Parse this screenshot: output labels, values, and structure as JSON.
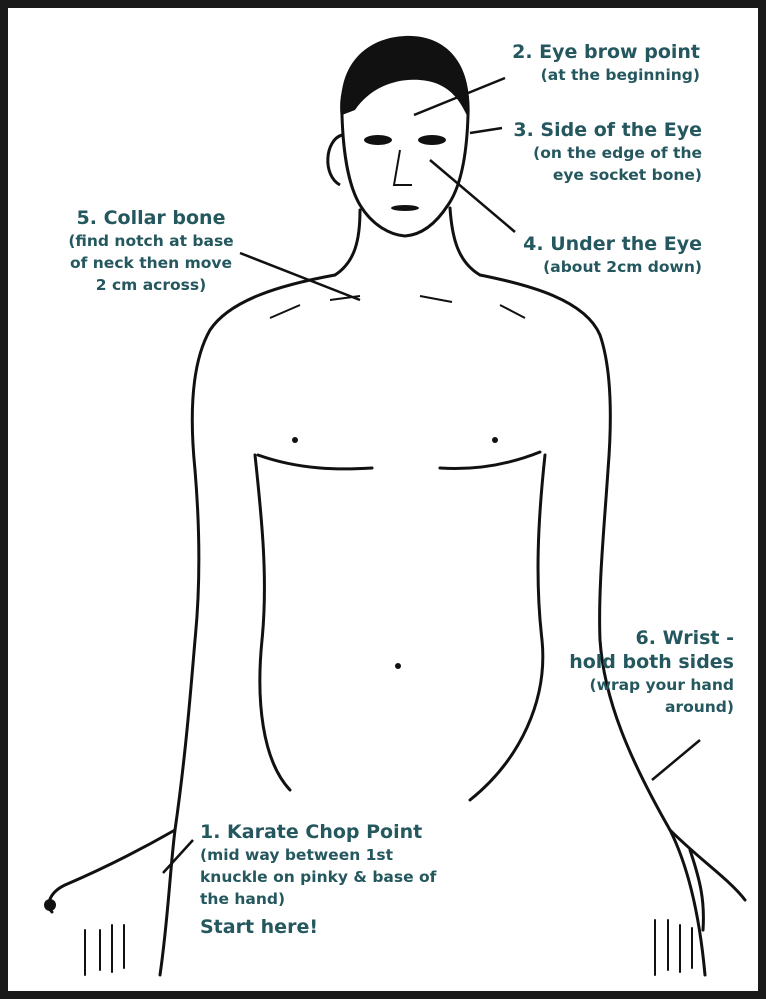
{
  "colors": {
    "label_text": "#24575e",
    "outline": "#111111",
    "frame": "#1a1a1a",
    "background": "#ffffff"
  },
  "points": [
    {
      "number": 1,
      "title": "1. Karate Chop Point",
      "detail": [
        "(mid way between 1st",
        "knuckle on pinky & base of",
        "the hand)"
      ],
      "note": "Start here!"
    },
    {
      "number": 2,
      "title": "2. Eye brow point",
      "detail": [
        "(at the beginning)"
      ]
    },
    {
      "number": 3,
      "title": "3. Side of the Eye",
      "detail": [
        "(on the edge of the",
        "eye socket bone)"
      ]
    },
    {
      "number": 4,
      "title": "4. Under the Eye",
      "detail": [
        "(about 2cm down)"
      ]
    },
    {
      "number": 5,
      "title": "5. Collar bone",
      "detail": [
        "(find notch at base",
        "of neck then move",
        "2 cm across)"
      ]
    },
    {
      "number": 6,
      "title": "6. Wrist -",
      "title2": "hold both sides",
      "detail": [
        "(wrap your hand",
        "around)"
      ]
    }
  ]
}
